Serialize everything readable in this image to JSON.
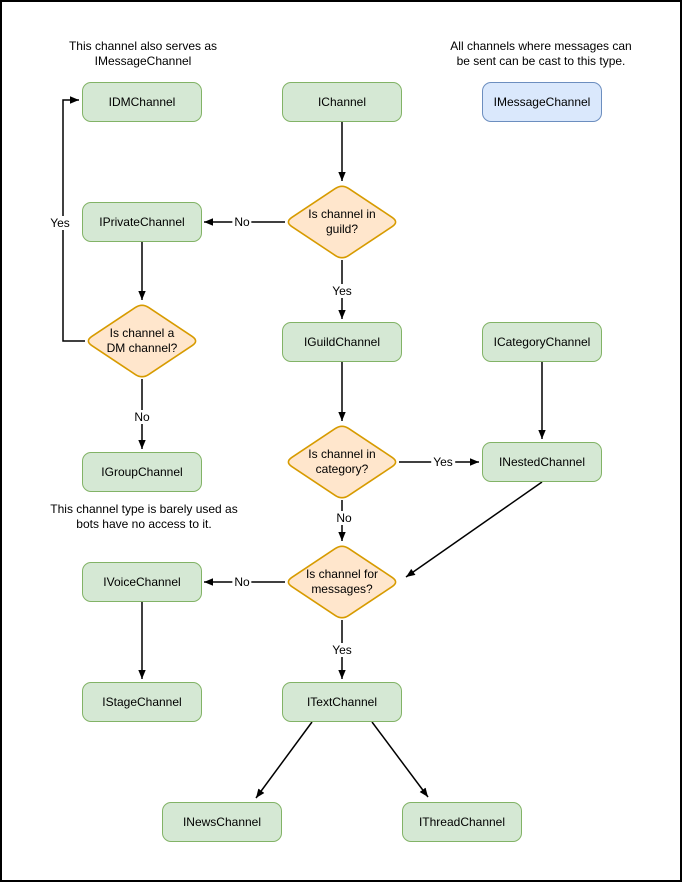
{
  "diagram": {
    "title_implicit": "",
    "notes": {
      "dm_note": "This channel also serves as\nIMessageChannel",
      "message_note": "All channels where messages can\nbe sent can be cast to this type.",
      "group_note": "This channel type is barely used as\nbots have no access to it."
    },
    "nodes": {
      "idm": {
        "label": "IDMChannel"
      },
      "ichannel": {
        "label": "IChannel"
      },
      "imessage": {
        "label": "IMessageChannel"
      },
      "iprivate": {
        "label": "IPrivateChannel"
      },
      "iguild": {
        "label": "IGuildChannel"
      },
      "icategory": {
        "label": "ICategoryChannel"
      },
      "igroup": {
        "label": "IGroupChannel"
      },
      "inested": {
        "label": "INestedChannel"
      },
      "ivoice": {
        "label": "IVoiceChannel"
      },
      "istage": {
        "label": "IStageChannel"
      },
      "itext": {
        "label": "ITextChannel"
      },
      "inews": {
        "label": "INewsChannel"
      },
      "ithread": {
        "label": "IThreadChannel"
      }
    },
    "decisions": {
      "in_guild": "Is channel in\nguild?",
      "is_dm": "Is channel a\nDM channel?",
      "in_category": "Is channel in\ncategory?",
      "for_messages": "Is channel for\nmessages?"
    },
    "edge_labels": {
      "yes": "Yes",
      "no": "No"
    },
    "colors": {
      "node_fill": "#d5e8d4",
      "node_stroke": "#82b366",
      "decision_fill": "#ffe6cc",
      "decision_stroke": "#d79b00",
      "highlight_fill": "#dae8fc",
      "highlight_stroke": "#6c8ebf",
      "edge_stroke": "#000000",
      "background": "#ffffff",
      "frame": "#000000"
    }
  }
}
